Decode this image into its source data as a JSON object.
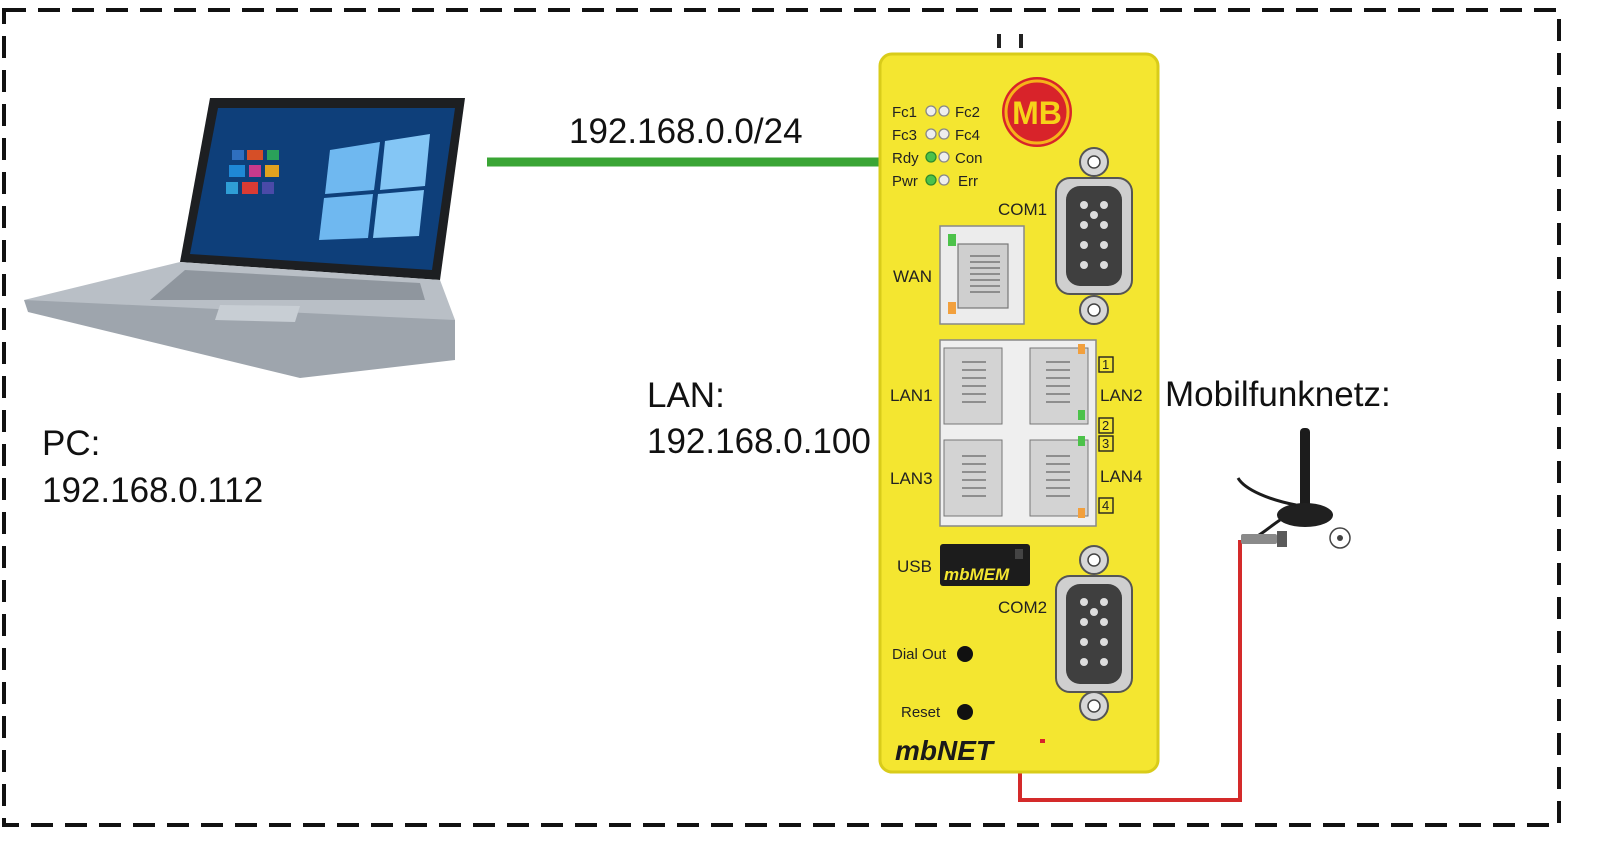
{
  "network": {
    "subnet": "192.168.0.0/24"
  },
  "pc": {
    "label": "PC:",
    "ip": "192.168.0.112"
  },
  "lan": {
    "label": "LAN:",
    "ip": "192.168.0.100"
  },
  "mobile": {
    "label": "Mobilfunknetz:"
  },
  "device": {
    "brand_badge": "MB",
    "brand_name": "mbNET",
    "leds": [
      {
        "left": "Fc1",
        "right": "Fc2",
        "left_on": false,
        "right_on": false
      },
      {
        "left": "Fc3",
        "right": "Fc4",
        "left_on": false,
        "right_on": false
      },
      {
        "left": "Rdy",
        "right": "Con",
        "left_on": true,
        "right_on": false
      },
      {
        "left": "Pwr",
        "right": "Err",
        "left_on": true,
        "right_on": false
      }
    ],
    "ports": {
      "com1": "COM1",
      "com2": "COM2",
      "wan": "WAN",
      "lan1": "LAN1",
      "lan2": "LAN2",
      "lan3": "LAN3",
      "lan4": "LAN4",
      "usb": "USB",
      "usb_module": "mbMEM",
      "dial_out": "Dial Out",
      "reset": "Reset"
    },
    "port_numbers": [
      "1",
      "2",
      "3",
      "4"
    ]
  },
  "colors": {
    "device_body": "#f4e630",
    "device_border": "#d9cc1a",
    "ethernet_link": "#3aa535",
    "cellular_cable": "#d42a2a",
    "badge": "#d8232a",
    "badge_ring": "#f6b21a",
    "led_green": "#4cc24a"
  }
}
